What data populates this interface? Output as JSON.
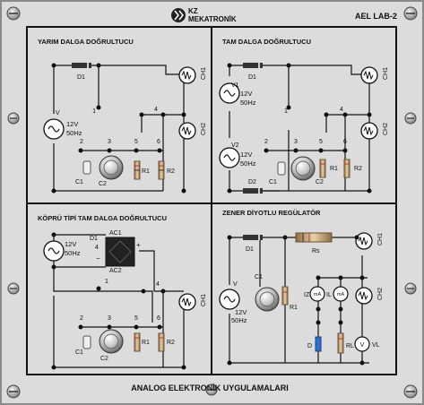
{
  "header": {
    "brand_top": "KZ",
    "brand_bottom": "MEKATRONİK",
    "lab_code": "AEL LAB-2"
  },
  "footer": {
    "title": "ANALOG ELEKTRONİK UYGULAMALARI"
  },
  "panels": {
    "half_wave": {
      "title": "YARIM DALGA DOĞRULTUCU",
      "diode": "D1",
      "source_v": "12V",
      "source_f": "50Hz",
      "source_symbol": "V",
      "scope1": "CH1",
      "scope2": "CH2",
      "n1": "1",
      "n4": "4",
      "n2": "2",
      "n3": "3",
      "n5": "5",
      "n6": "6",
      "c1": "C1",
      "c2": "C2",
      "r1": "R1",
      "r2": "R2"
    },
    "full_wave": {
      "title": "TAM DALGA DOĞRULTUCU",
      "v1": "V1",
      "v2": "V2",
      "source_v": "12V",
      "source_f": "50Hz",
      "d1": "D1",
      "d2": "D2",
      "scope1": "CH1",
      "scope2": "CH2",
      "n1": "1",
      "n4": "4",
      "n2": "2",
      "n3": "3",
      "n5": "5",
      "n6": "6",
      "c1": "C1",
      "c2": "C2",
      "r1": "R1",
      "r2": "R2"
    },
    "bridge": {
      "title": "KÖPRÜ TİPİ TAM DALGA DOĞRULTUCU",
      "source_v": "12V",
      "source_f": "50Hz",
      "d": "D1",
      "d4": "4",
      "ac1": "AC1",
      "ac2": "AC2",
      "minus": "−",
      "plus": "+",
      "scope1": "CH1",
      "n1": "1",
      "n4": "4",
      "n2": "2",
      "n3": "3",
      "n5": "5",
      "n6": "6",
      "c1": "C1",
      "c2": "C2",
      "r1": "R1",
      "r2": "R2"
    },
    "zener": {
      "title": "ZENER DİYOTLU REGÜLATÖR",
      "d1": "D1",
      "rs": "Rs",
      "c1": "C1",
      "r1": "R1",
      "source_symbol": "V",
      "source_v": "12V",
      "source_f": "50Hz",
      "iz": "IZ",
      "il": "IL",
      "ma1": "mA",
      "ma2": "mA",
      "d": "D",
      "rl": "RL",
      "vl": "VL",
      "v": "V",
      "scope1": "CH1",
      "scope2": "CH2"
    }
  },
  "colors": {
    "panel": "#dcdcdc",
    "frame": "#8a8a8a",
    "line": "#111111",
    "brand_circle": "#222222",
    "led_blue": "#2e6fd1"
  }
}
